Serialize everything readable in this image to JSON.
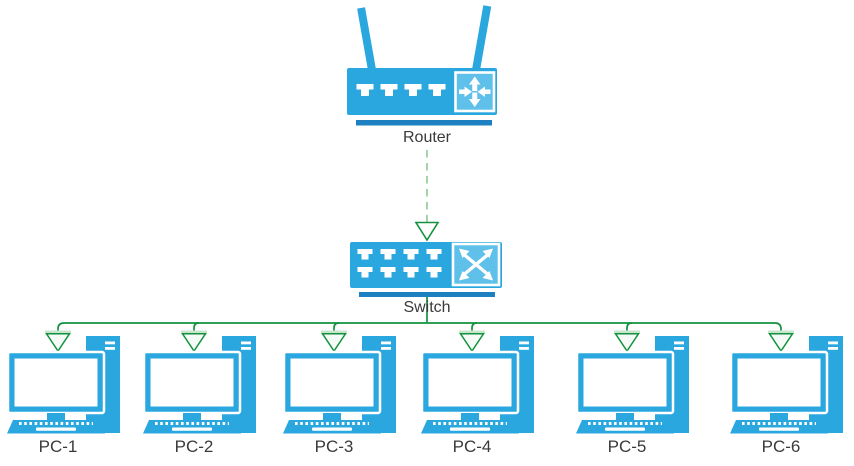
{
  "diagram": {
    "type": "network-topology",
    "nodes": {
      "router": {
        "label": "Router",
        "device": "wireless-router"
      },
      "switch": {
        "label": "Switch",
        "device": "ethernet-switch"
      },
      "pcs": [
        {
          "label": "PC-1"
        },
        {
          "label": "PC-2"
        },
        {
          "label": "PC-3"
        },
        {
          "label": "PC-4"
        },
        {
          "label": "PC-5"
        },
        {
          "label": "PC-6"
        }
      ]
    },
    "links": [
      {
        "from": "Router",
        "to": "Switch",
        "style": "dashed",
        "arrow": "hollow-triangle"
      },
      {
        "from": "Switch",
        "to": "PC-1",
        "style": "solid",
        "arrow": "hollow-triangle"
      },
      {
        "from": "Switch",
        "to": "PC-2",
        "style": "solid",
        "arrow": "hollow-triangle"
      },
      {
        "from": "Switch",
        "to": "PC-3",
        "style": "solid",
        "arrow": "hollow-triangle"
      },
      {
        "from": "Switch",
        "to": "PC-4",
        "style": "solid",
        "arrow": "hollow-triangle"
      },
      {
        "from": "Switch",
        "to": "PC-5",
        "style": "solid",
        "arrow": "hollow-triangle"
      },
      {
        "from": "Switch",
        "to": "PC-6",
        "style": "solid",
        "arrow": "hollow-triangle"
      }
    ]
  },
  "colors": {
    "device_blue": "#2ba7e0",
    "device_blue_light": "#5fc0e9",
    "underline_blue": "#1d80c0",
    "link_green": "#12923f",
    "link_green_light": "#a3d3a9",
    "link_green_pale": "#c8e6cc",
    "arrow_fill_white": "#ffffff",
    "arrow_fill_pale": "#f6fbf8",
    "label_color": "#3a3a3a",
    "background": "#ffffff"
  }
}
